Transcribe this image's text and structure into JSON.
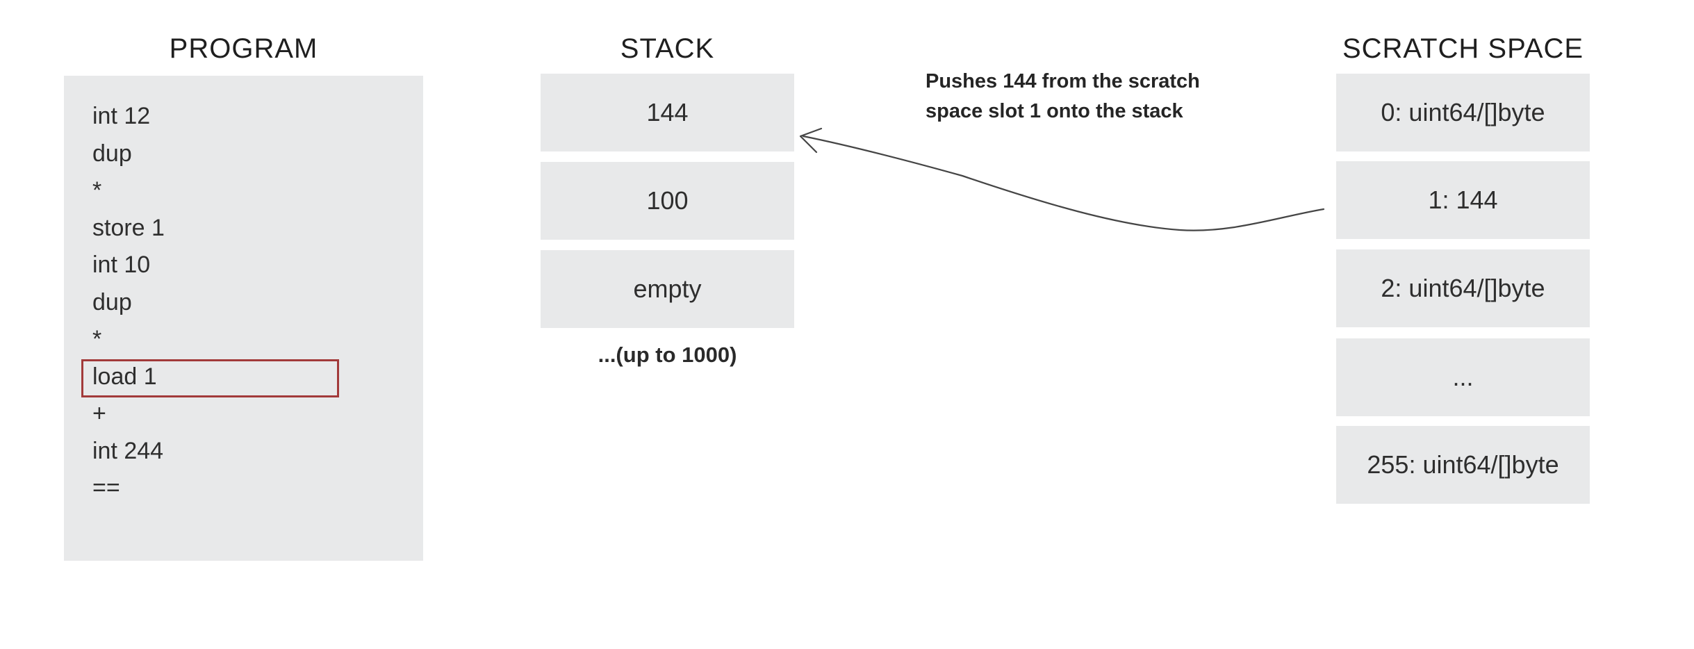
{
  "program": {
    "title": "PROGRAM",
    "lines": [
      "int 12",
      "dup",
      "*",
      "store 1",
      "int 10",
      "dup",
      "*",
      "load 1",
      "+",
      "int 244",
      "=="
    ],
    "highlighted_line": "load 1"
  },
  "stack": {
    "title": "STACK",
    "cells": [
      "144",
      "100",
      "empty"
    ],
    "note": "...(up to 1000)"
  },
  "scratch": {
    "title": "SCRATCH SPACE",
    "cells": [
      "0: uint64/[]byte",
      "1: 144",
      "2: uint64/[]byte",
      "...",
      "255: uint64/[]byte"
    ]
  },
  "annotation": {
    "lines": [
      "Pushes 144 from the scratch",
      "space slot 1 onto the stack"
    ]
  },
  "colors": {
    "background": "#ffffff",
    "box_fill": "#e8e9ea",
    "text": "#2e2e2e",
    "highlight_border": "#a23a3a",
    "arrow": "#454545"
  }
}
